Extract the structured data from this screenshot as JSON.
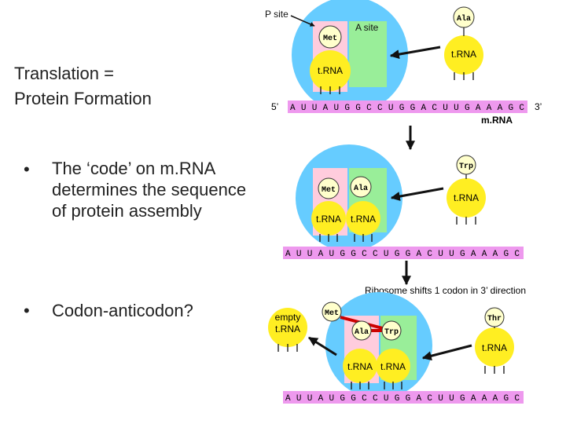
{
  "slide": {
    "title_line1": "Translation =",
    "title_line2": "Protein Formation",
    "bullets": [
      {
        "dot": "•",
        "text": "The ‘code’ on m.RNA determines the sequence of protein assembly"
      },
      {
        "dot": "•",
        "text": "Codon-anticodon?"
      }
    ]
  },
  "diagram": {
    "p_site_label": "P site",
    "a_site_label": "A site",
    "trna_label": "t.RNA",
    "empty_label": "empty",
    "five_prime": "5’",
    "three_prime": "3’",
    "mrna_label": "m.RNA",
    "sequence": "A U U A U G G C C U G G A C U U G A A A G C",
    "shift_caption": "Ribosome shifts 1 codon in 3’ direction",
    "amino": {
      "met": "Met",
      "ala": "Ala",
      "trp": "Trp",
      "thr": "Thr"
    },
    "colors": {
      "ribosome": "#66ccff",
      "p_site": "#ffccdd",
      "a_site": "#99ee99",
      "trna": "#ffee22",
      "amino": "#ffffcc",
      "mrna": "#ee99ee",
      "bond": "#cc0000"
    }
  }
}
